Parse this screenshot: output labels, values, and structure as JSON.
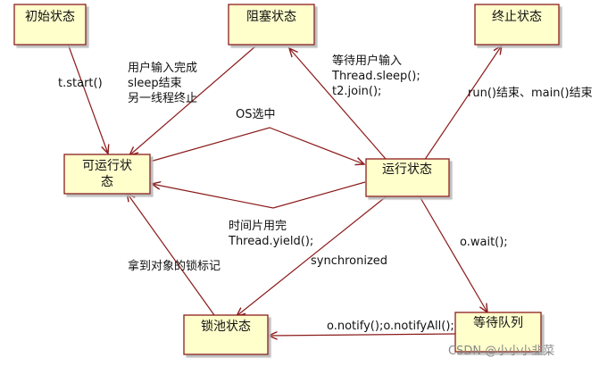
{
  "nodes": {
    "initial": "初始状态",
    "blocked": "阻塞状态",
    "terminated": "终止状态",
    "runnable_line1": "可运行状",
    "runnable_line2": "态",
    "running": "运行状态",
    "lock_pool": "锁池状态",
    "wait_queue": "等待队列"
  },
  "edges": {
    "start": "t.start()",
    "unblock_1": "用户输入完成",
    "unblock_2": "sleep结束",
    "unblock_3": "另一线程终止",
    "block_1": "等待用户输入",
    "block_2": "Thread.sleep();",
    "block_3": "t2.join();",
    "terminate": "run()结束、main()结束",
    "os_select": "OS选中",
    "yield_1": "时间片用完",
    "yield_2": "Thread.yield();",
    "synchronized": "synchronized",
    "wait": "o.wait();",
    "lock_acquired": "拿到对象的锁标记",
    "notify": "o.notify();o.notifyAll();"
  },
  "watermark": "CSDN @小小小韭菜",
  "colors": {
    "node_fill": "#ffffcc",
    "node_border": "#8b1a1a",
    "arrow": "#8b1a1a"
  }
}
